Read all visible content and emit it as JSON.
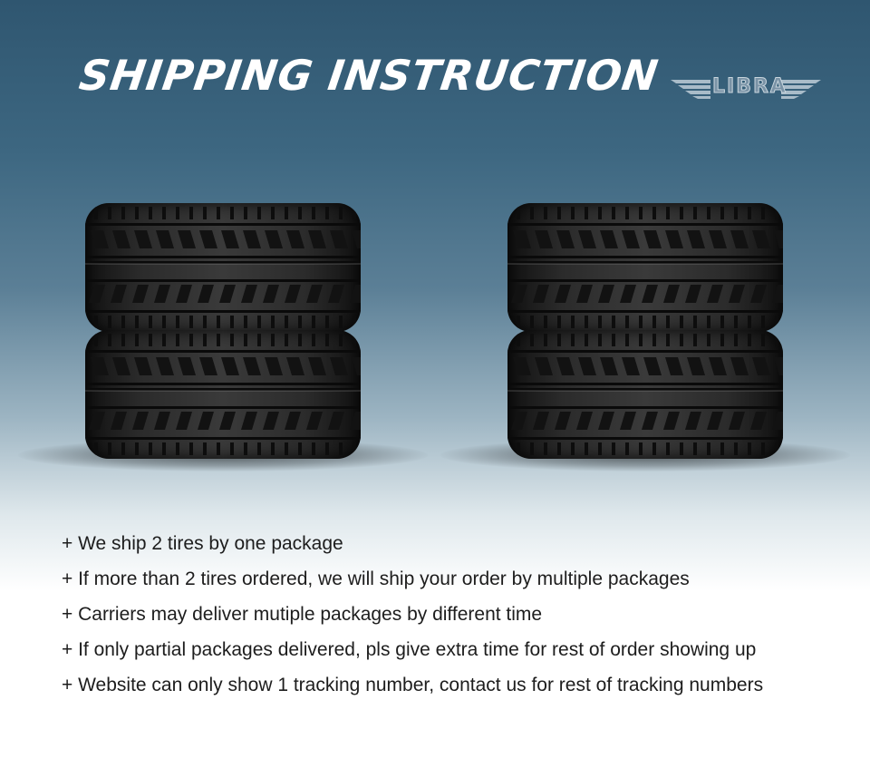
{
  "header": {
    "title": "SHIPPING INSTRUCTION",
    "logo_text": "LIBRA",
    "logo_icon": "winged-logo-icon"
  },
  "images": {
    "left_stack": "two-stacked-tires",
    "right_stack": "two-stacked-tires"
  },
  "instructions": [
    "+ We ship 2 tires by one package",
    "+ If more than 2 tires ordered, we will ship your order by multiple packages",
    "+ Carriers may deliver mutiple packages by different time",
    "+ If only partial packages delivered, pls give extra time for rest of order showing up",
    "+ Website can only show 1 tracking number, contact us for rest of tracking numbers"
  ],
  "colors": {
    "background_top": "#2f5670",
    "background_bottom": "#ffffff",
    "title": "#ffffff",
    "text": "#1d1d1d",
    "tire": "#2b2b2b"
  }
}
